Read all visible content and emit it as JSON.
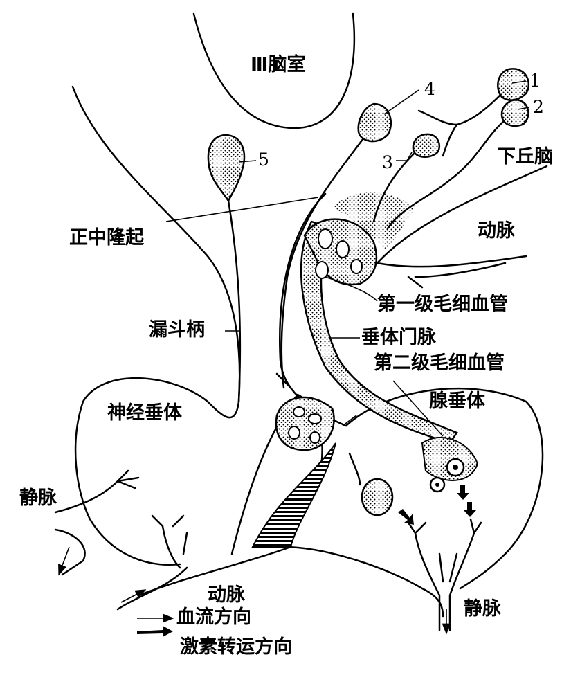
{
  "labels": {
    "third_ventricle": "Ⅲ脑室",
    "hypothalamus": "下丘脑",
    "median_eminence": "正中隆起",
    "artery_top": "动脉",
    "primary_capillary": "第一级毛细血管",
    "infundibular_stalk": "漏斗柄",
    "portal_vein": "垂体门脉",
    "secondary_capillary": "第二级毛细血管",
    "adenohypophysis": "腺垂体",
    "neurohypophysis": "神经垂体",
    "vein_left": "静脉",
    "artery_bottom": "动脉",
    "vein_right": "静脉"
  },
  "numbers": {
    "n1": "1",
    "n2": "2",
    "n3": "3",
    "n4": "4",
    "n5": "5"
  },
  "legend": {
    "blood_flow": "血流方向",
    "hormone_transport": "激素转运方向"
  },
  "colors": {
    "ink": "#000000",
    "background": "#ffffff"
  }
}
